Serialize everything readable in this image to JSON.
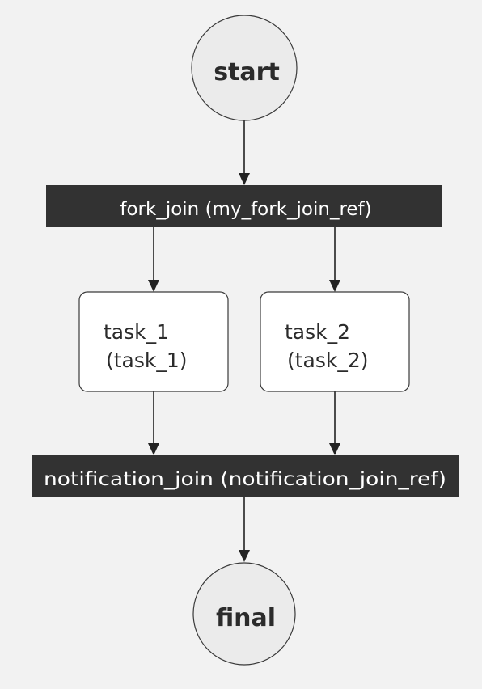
{
  "diagram": {
    "start_label": "start",
    "fork_label": "fork_join (my_fork_join_ref)",
    "task1_line1": "task_1",
    "task1_line2": "(task_1)",
    "task2_line1": "task_2",
    "task2_line2": "(task_2)",
    "join_label": "notification_join (notification_join_ref)",
    "final_label": "final"
  }
}
